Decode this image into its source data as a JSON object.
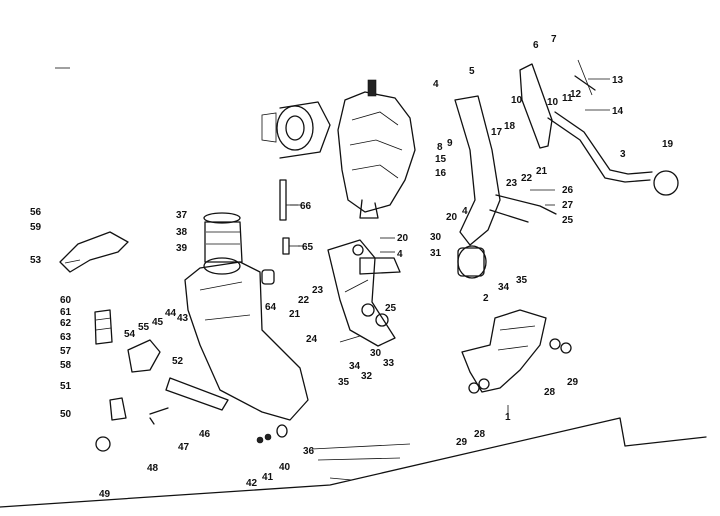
{
  "labels": [
    "1",
    "2",
    "3",
    "4",
    "4",
    "4",
    "5",
    "6",
    "7",
    "8",
    "9",
    "10",
    "10",
    "11",
    "12",
    "13",
    "14",
    "15",
    "16",
    "17",
    "18",
    "19",
    "20",
    "20",
    "21",
    "21",
    "22",
    "22",
    "23",
    "23",
    "24",
    "25",
    "25",
    "26",
    "27",
    "28",
    "28",
    "29",
    "29",
    "30",
    "30",
    "31",
    "32",
    "33",
    "34",
    "34",
    "35",
    "35",
    "36",
    "37",
    "38",
    "39",
    "40",
    "41",
    "42",
    "43",
    "44",
    "45",
    "46",
    "47",
    "48",
    "49",
    "50",
    "51",
    "52",
    "53",
    "54",
    "55",
    "56",
    "57",
    "58",
    "59",
    "60",
    "61",
    "62",
    "63",
    "64",
    "65",
    "66"
  ]
}
